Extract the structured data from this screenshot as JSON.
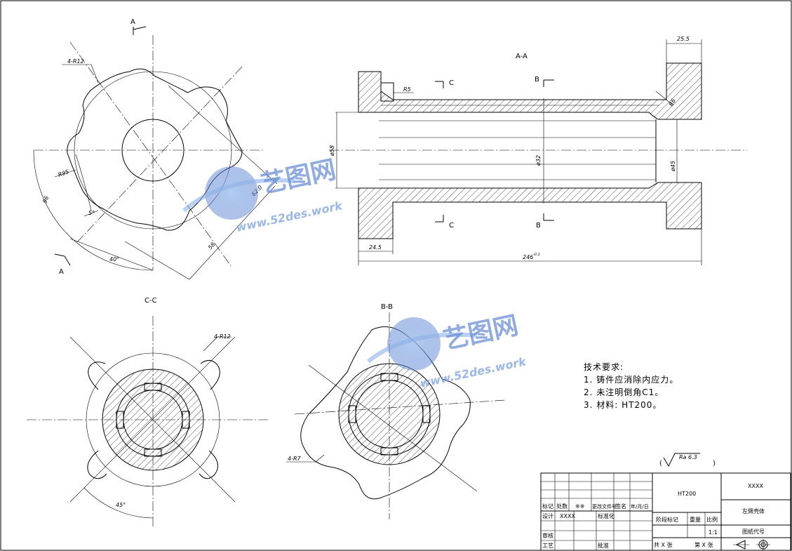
{
  "drawing": {
    "section_aa_label": "A-A",
    "section_cc_label": "C-C",
    "section_bb_label": "B-B",
    "cut_a_top": "A",
    "cut_a_bottom": "A",
    "cut_c_top": "C",
    "cut_c_bottom": "C",
    "cut_b_top": "B",
    "cut_b_bottom": "B"
  },
  "dimensions": {
    "radius_r12_front": "4-R12",
    "radius_r95": "R95",
    "dim_96": "96",
    "dim_5deg": "5°",
    "dim_40deg": "40°",
    "dim_62": "62.0",
    "dim_58": "58",
    "dim_255": "25.5",
    "dim_r5": "R5",
    "dim_r6": "R6",
    "dim_d58": "ø58",
    "dim_d32": "ø32",
    "dim_d45": "ø45",
    "dim_245": "24.5",
    "dim_246": "246",
    "dim_246_tol": "-0.1",
    "radius_r12_cc": "4-R12",
    "dim_45deg": "45°",
    "radius_r7": "4-R7",
    "roughness": "Ra 6.3"
  },
  "notes": {
    "title": "技术要求:",
    "items": [
      "1. 铸件应消除内应力。",
      "2. 未注明倒角C1。",
      "3. 材料: HT200。"
    ]
  },
  "title_block": {
    "material": "HT200",
    "company": "XXXX",
    "part_name": "左臂壳体",
    "drawing_no": "图纸代号",
    "row_mark": "标记",
    "row_count": "处数",
    "row_count_val": "※※",
    "row_change_doc": "更改文件号",
    "row_sign": "签名",
    "row_date": "年/月/日",
    "design": "设计",
    "design_val": "XXXX",
    "standard": "标准化",
    "stage": "阶段标记",
    "weight": "重量",
    "scale": "比例",
    "scale_val": "1:1",
    "check": "审核",
    "process": "工艺",
    "approve": "批准",
    "total_sheets": "共 X 张",
    "sheet_no": "第 X 张"
  },
  "watermark": {
    "brand": "艺图网",
    "url": "www.52des.work"
  }
}
